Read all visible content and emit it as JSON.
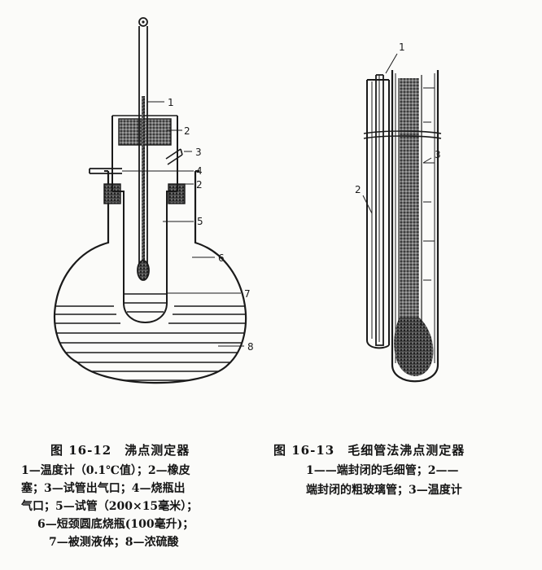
{
  "figure_left": {
    "title": "图 16-12　沸点测定器",
    "legend_lines": [
      "1—温度计（0.1℃值）；2—橡皮",
      "塞；3—试管出气口；4—烧瓶出",
      "气口；5—试管（200×15毫米）；",
      "6—短颈圆底烧瓶(100毫升)；",
      "7—被测液体；8—浓硫酸"
    ],
    "labels": [
      "1",
      "2",
      "3",
      "4",
      "2",
      "5",
      "6",
      "7",
      "8"
    ]
  },
  "figure_right": {
    "title": "图 16-13　毛细管法沸点测定器",
    "legend_lines": [
      "1——端封闭的毛细管；2——",
      "端封闭的粗玻璃管；3—温度计"
    ],
    "labels": [
      "1",
      "2",
      "3"
    ]
  }
}
